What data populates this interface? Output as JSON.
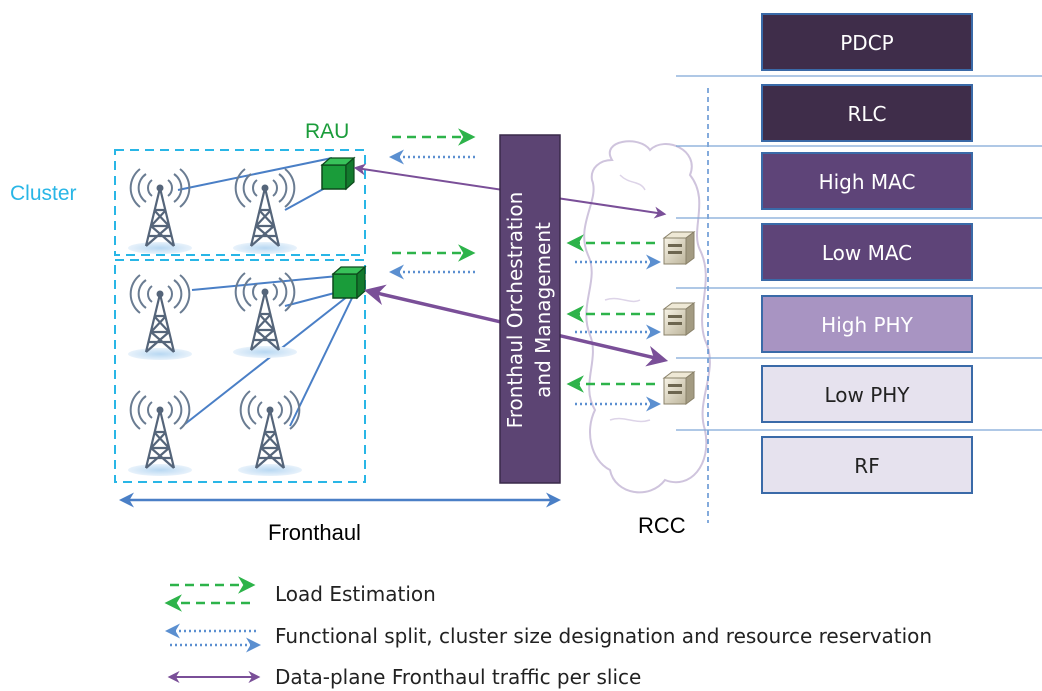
{
  "labels": {
    "cluster": "Cluster",
    "rau": "RAU",
    "fronthaul": "Fronthaul",
    "rcc": "RCC",
    "orchestration_line1": "Fronthaul Orchestration",
    "orchestration_line2": "and Management"
  },
  "stack": [
    "PDCP",
    "RLC",
    "High MAC",
    "Low MAC",
    "High PHY",
    "Low PHY",
    "RF"
  ],
  "legend": {
    "load": "Load Estimation",
    "split": "Functional split, cluster size designation and resource reservation",
    "data": "Data-plane Fronthaul traffic per slice"
  },
  "colors": {
    "cluster": "#29b6e6",
    "rau": "#1a9c3a",
    "load_arrow": "#2db34a",
    "split_arrow": "#5b8fd0",
    "data_arrow": "#7a4f98",
    "orchestration": "#5c4473",
    "stack_dark": "#3f2d4a",
    "stack_mid": "#5e4478",
    "stack_light": "#a894c2",
    "stack_lighter": "#e6e2ee"
  },
  "icons": {
    "tower": "antenna-tower-icon",
    "server": "server-icon",
    "cloud": "cloud-icon"
  }
}
